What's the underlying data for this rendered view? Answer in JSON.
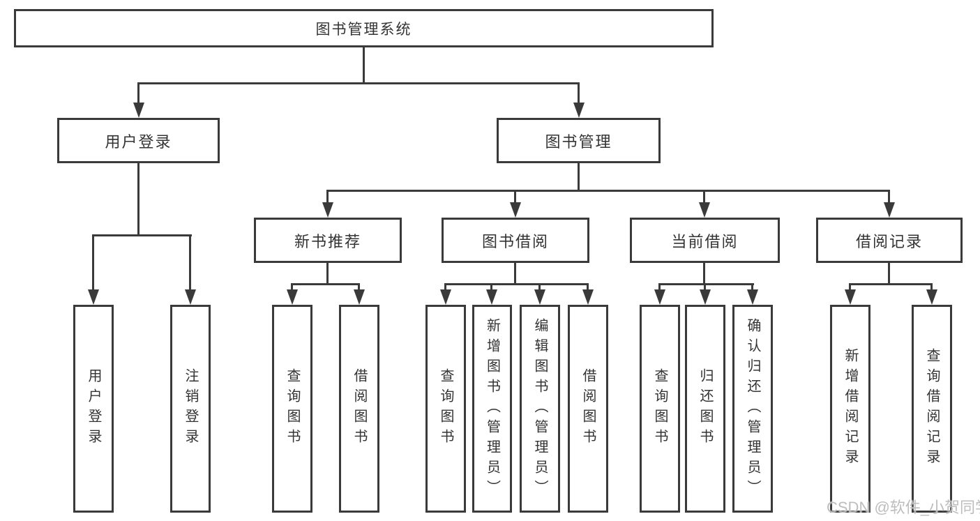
{
  "tree": {
    "root": {
      "label": "图书管理系统"
    },
    "branches": [
      {
        "label": "用户登录",
        "children": [
          "用户登录",
          "注销登录"
        ]
      },
      {
        "label": "图书管理",
        "groups": [
          {
            "label": "新书推荐",
            "children": [
              "查询图书",
              "借阅图书"
            ]
          },
          {
            "label": "图书借阅",
            "children": [
              "查询图书",
              "新增图书（管理员）",
              "编辑图书（管理员）",
              "借阅图书"
            ]
          },
          {
            "label": "当前借阅",
            "children": [
              "查询图书",
              "归还图书",
              "确认归还（管理员）"
            ]
          },
          {
            "label": "借阅记录",
            "children": [
              "新增借阅记录",
              "查询借阅记录"
            ]
          }
        ]
      }
    ]
  },
  "watermark": "CSDN @软件_小贺同学",
  "colors": {
    "line": "#3a3a3a",
    "text": "#333333",
    "background": "#ffffff",
    "watermark": "#b9b9b9"
  }
}
